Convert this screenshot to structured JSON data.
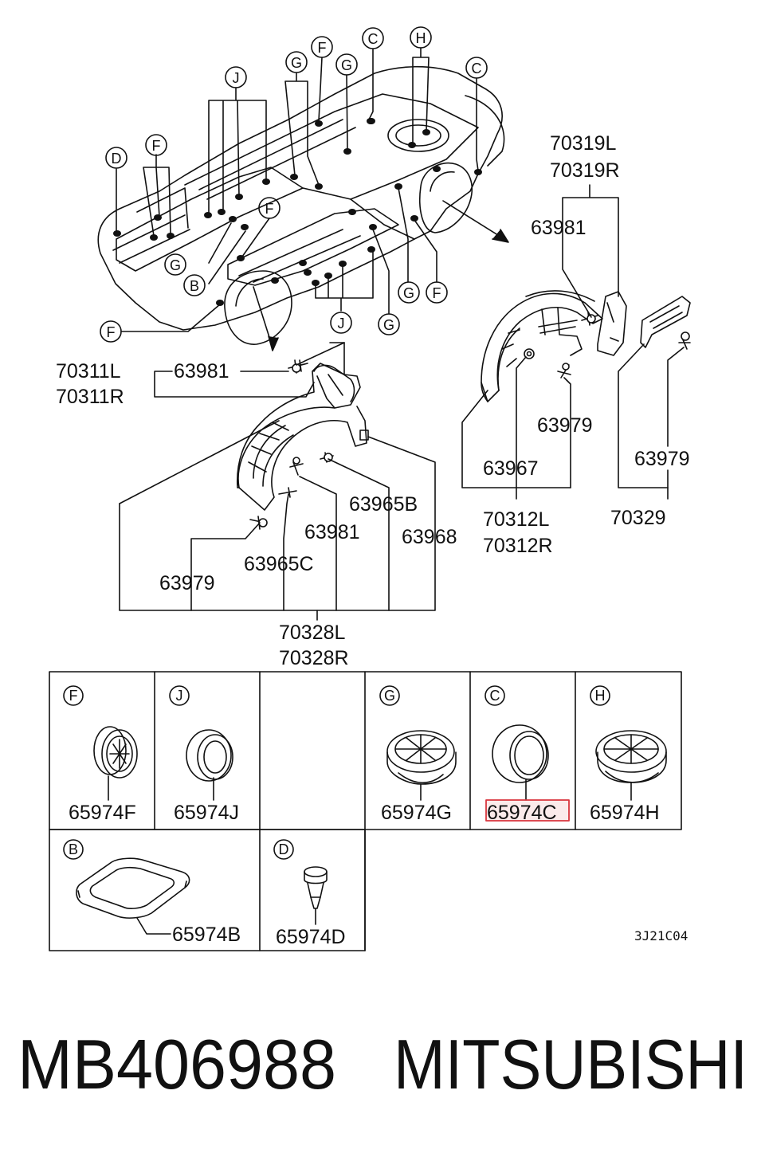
{
  "footer": {
    "part_number": "MB406988",
    "brand": "MITSUBISHI"
  },
  "diagram": {
    "reference_code": "3J21C04",
    "highlight_color": "#d9363e",
    "callout_letters": {
      "d_left": "D",
      "f_upper_left": "F",
      "j_top": "J",
      "g_top_left": "G",
      "f_top": "F",
      "g_top_right": "G",
      "c_top": "C",
      "h_top": "H",
      "c_top_right": "C",
      "f_mid": "F",
      "g_low_left": "G",
      "b_low_left": "B",
      "g_bottom_right": "G",
      "f_bottom_right": "F",
      "f_lower_left": "F",
      "j_bottom": "J",
      "g_bottom": "G"
    },
    "front_assembly": {
      "liner_codes": [
        "70311L",
        "70311R"
      ],
      "bolt": "63981",
      "clip_b": "63965B",
      "clip_c": "63965C",
      "bolt_2": "63981",
      "clip_68": "63968",
      "screw": "63979",
      "assembly_codes": [
        "70328L",
        "70328R"
      ]
    },
    "rear_assembly": {
      "liner_codes": [
        "70319L",
        "70319R"
      ],
      "bolt": "63981",
      "screw_79": "63979",
      "clip_67": "63967",
      "liner_codes_2": [
        "70312L",
        "70312R"
      ],
      "screw_79_right": "63979",
      "bracket": "70329"
    },
    "plugs": [
      {
        "letter": "F",
        "part": "65974F"
      },
      {
        "letter": "J",
        "part": "65974J"
      },
      {
        "letter": "G",
        "part": "65974G"
      },
      {
        "letter": "C",
        "part": "65974C"
      },
      {
        "letter": "H",
        "part": "65974H"
      },
      {
        "letter": "B",
        "part": "65974B"
      },
      {
        "letter": "D",
        "part": "65974D"
      }
    ]
  }
}
